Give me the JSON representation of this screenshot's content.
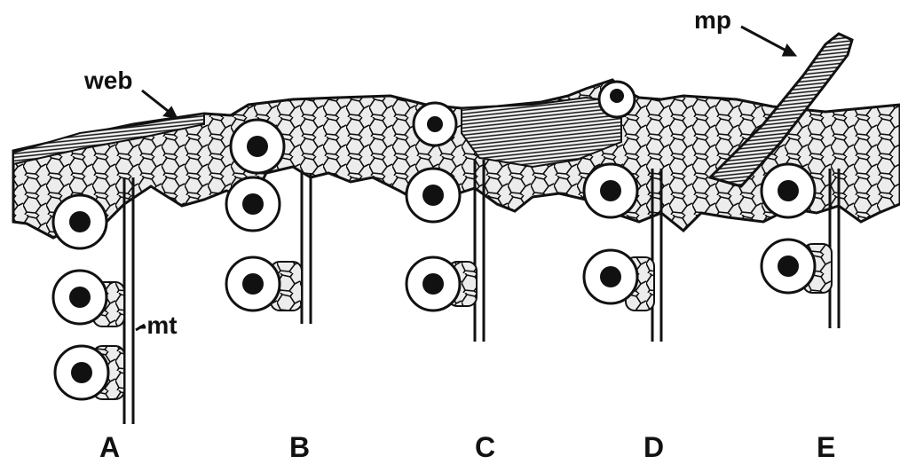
{
  "annotations": {
    "web": "web",
    "mp": "mp",
    "mt": "-mt"
  },
  "panels": [
    {
      "id": "A",
      "label": "A"
    },
    {
      "id": "B",
      "label": "B"
    },
    {
      "id": "C",
      "label": "C"
    },
    {
      "id": "D",
      "label": "D"
    },
    {
      "id": "E",
      "label": "E"
    }
  ],
  "colors": {
    "ink": "#111111",
    "paper": "#ffffff",
    "cell_fill": "#ececec"
  }
}
